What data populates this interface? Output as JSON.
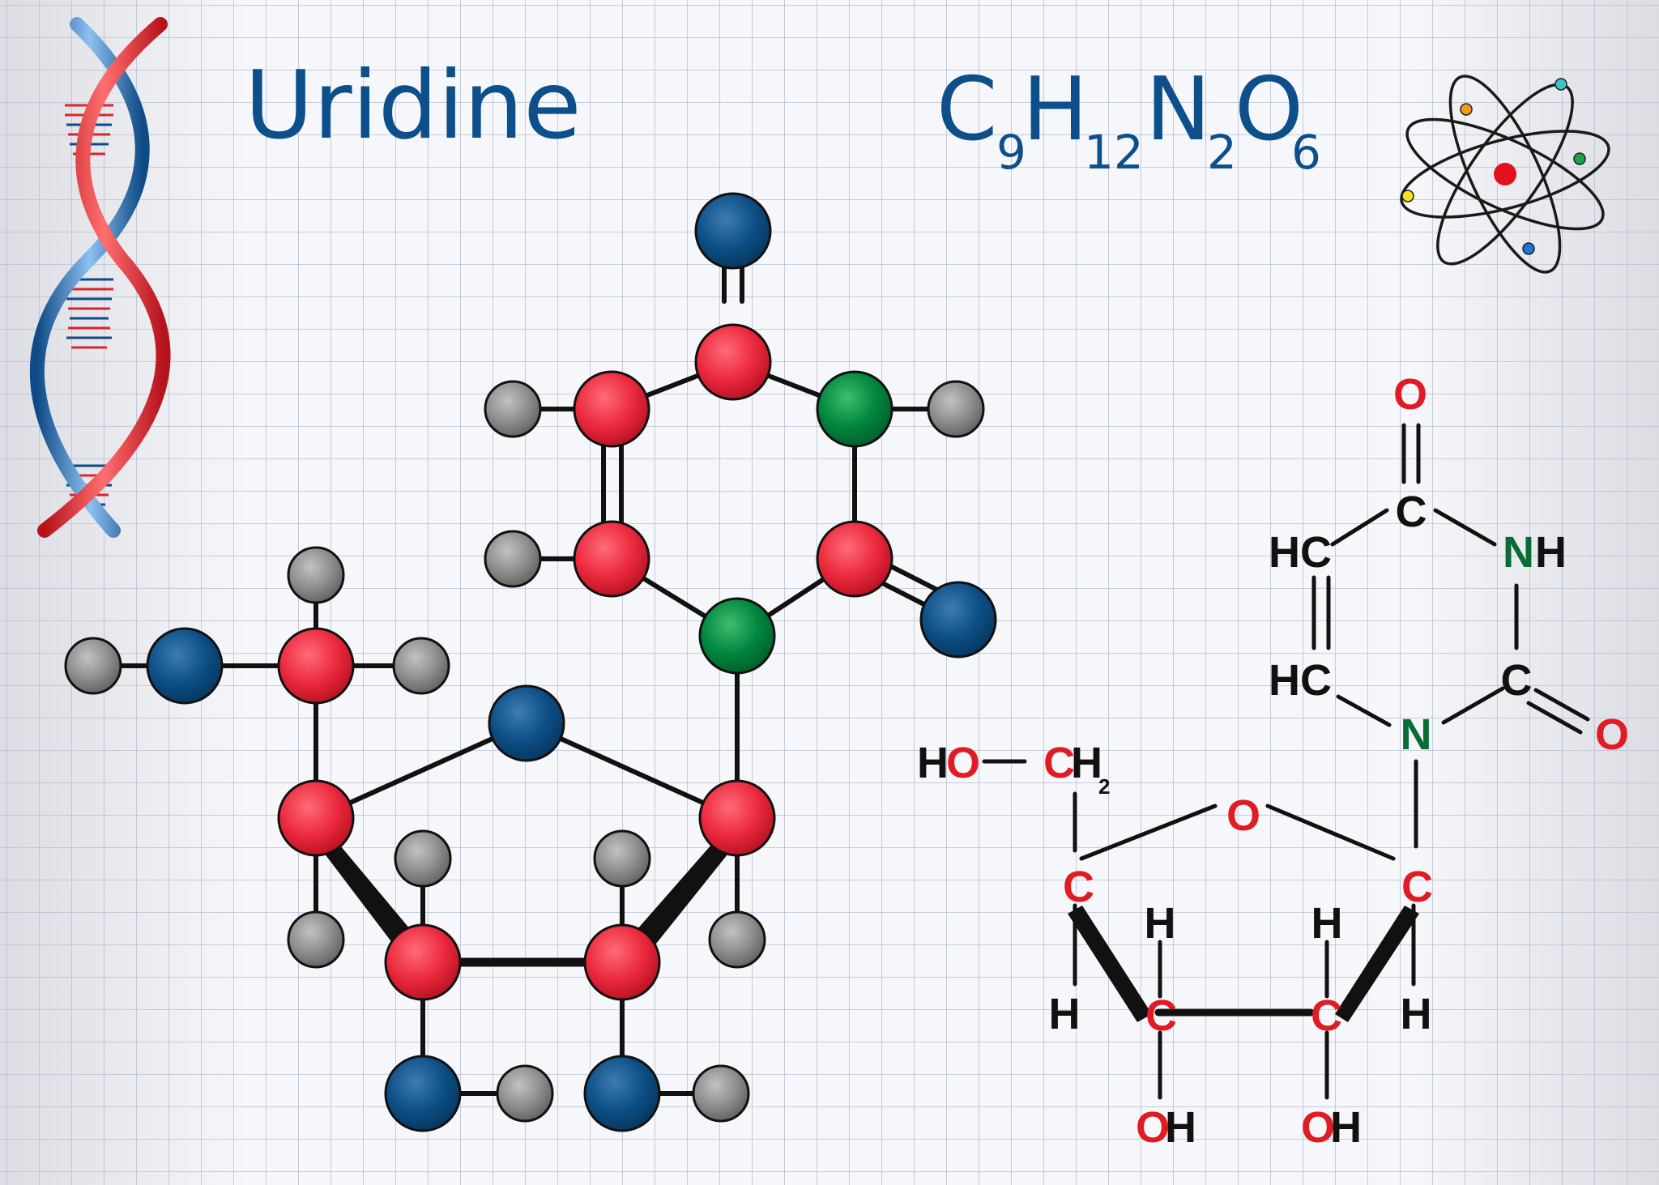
{
  "title": "Uridine",
  "formula": {
    "c": "C",
    "c_n": "9",
    "h": "H",
    "h_n": "12",
    "n": "N",
    "n_n": "2",
    "o": "O",
    "o_n": "6"
  },
  "colors": {
    "paper": "#f2f3f7",
    "grid": "#b9bfd2",
    "title": "#0d4f8b",
    "carbon_atom": "#e8283c",
    "nitrogen_atom": "#00843d",
    "oxygen_atom": "#0a4e84",
    "hydrogen_atom": "#8c8c8c",
    "skeletal_carbon": "#e01b24",
    "skeletal_nitrogen": "#0a6b34"
  },
  "icons": [
    "dna-helix-icon",
    "atom-icon"
  ],
  "skeletal": {
    "o_top": "O",
    "c_top": "C",
    "nh_n": "N",
    "nh_h": "H",
    "hc_upper": "HC",
    "hc_lower": "HC",
    "c_right": "C",
    "o_right": "O",
    "n_ring": "N",
    "ho": "H",
    "ho_o": "O",
    "ch2_c": "C",
    "ch2_h": "H",
    "ch2_sub": "2",
    "o_ring": "O",
    "c4": "C",
    "c1": "C",
    "c3": "C",
    "c2": "C",
    "h_c4": "H",
    "h_c1": "H",
    "h_c3": "H",
    "h_c2": "H",
    "oh1_o": "O",
    "oh1_h": "H",
    "oh2_o": "O",
    "oh2_h": "H"
  }
}
